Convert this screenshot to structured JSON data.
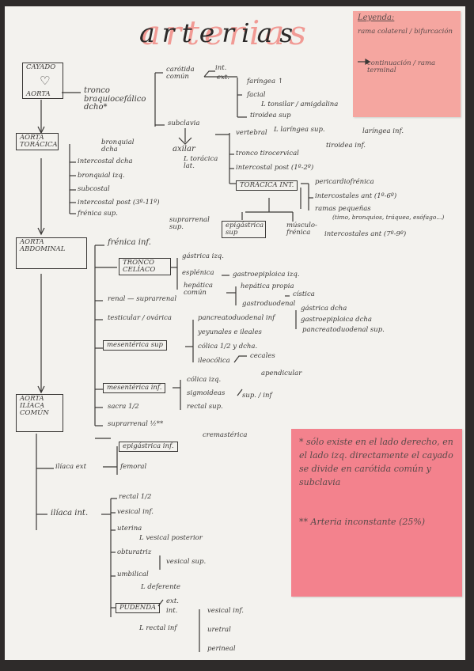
{
  "title": "arterias",
  "legend": {
    "header": "Leyenda:",
    "line1": "rama colateral / bifurcación",
    "line2": "continuación / rama terminal"
  },
  "note1": {
    "mark": "*",
    "text": "sólo existe en el lado derecho, en el lado izq. directamente el cayado se divide en carótida común y subclavia"
  },
  "note2": {
    "mark": "**",
    "text": "Arteria inconstante (25%)"
  },
  "cayado": {
    "label1": "CAYADO",
    "label2": "AORTA"
  },
  "tronco": {
    "label": "tronco braquiocefálico dcho*"
  },
  "carotida": {
    "label": "carótida común",
    "int": "int.",
    "ext": "ext."
  },
  "ext_branches": [
    "faríngea ↑",
    "facial",
    "L tonsilar / amigdalina",
    "tiroidea sup"
  ],
  "subclavia": "subclavia",
  "axilar": {
    "label": "axilar",
    "toracica": "L torácica lat."
  },
  "vertebral": "vertebral",
  "laringea_sup": "L laríngea sup.",
  "laringea_inf": "laríngea inf.",
  "tiroidea_inf": "tiroidea inf.",
  "tronco_tirocervical": "tronco tirocervical",
  "intercostal_post": "intercostal post (1º-2º)",
  "toracica_int": "TORÁCICA INT.",
  "toracica_int_branches": [
    "pericardiofrénica",
    "intercostales ant (1º-6º)",
    "ramas pequeñas"
  ],
  "ramas_detail": "(timo, bronquios, tráquea, esófago...)",
  "epigastrica_sup": "epigástrica sup",
  "musculofrenica": "músculo-frénica",
  "intercostales_ant2": "intercostales ant (7º-9º)",
  "aorta_toracica": {
    "label": "AORTA TORÁCICA"
  },
  "toracica_branches": [
    "bronquial dcha",
    "intercostal dcha",
    "bronquial izq.",
    "subcostal",
    "intercostal post (3º-11º)",
    "frénica sup."
  ],
  "aorta_abdominal": {
    "label": "AORTA ABDOMINAL"
  },
  "frenica_inf": "frénica inf.",
  "suprarrenal_sup": "suprarrenal sup.",
  "tronco_celiaco": "TRONCO CELÍACO",
  "celiaco_branches": [
    "gástrica izq.",
    "esplénica",
    "hepática común"
  ],
  "gastroepiploica_izq": "gastroepiploica izq.",
  "hepatica_propia": "hepática propia",
  "cistica": "cística",
  "gastroduodenal": "gastroduodenal",
  "gastro_branches": [
    "gástrica dcha",
    "gastroepiploica dcha",
    "pancreatoduodenal sup."
  ],
  "renal": "renal — suprarrenal",
  "testicular": "testicular / ovárica",
  "mesenterica_sup": "mesentérica sup",
  "mes_sup_branches": [
    "pancreatoduodenal inf",
    "yeyunales e ileales",
    "cólica 1/2 y dcha.",
    "ileocólica"
  ],
  "cecales": "cecales",
  "apendicular": "apendicular",
  "mesenterica_inf": "mesentérica inf.",
  "mes_inf_branches": [
    "cólica izq.",
    "sigmoideas",
    "rectal sup."
  ],
  "rectal_sup_choice": "sup. / inf",
  "sacra": "sacra 1/2",
  "suprarrenal2": "suprarrenal ½**",
  "iliaca_comun": {
    "label": "AORTA ILÍACA COMÚN"
  },
  "iliaca_ext": "ilíaca ext",
  "epigastrica_inf": "epigástrica inf.",
  "cremasterica": "cremastérica",
  "femoral": "femoral",
  "iliaca_int": "ilíaca int.",
  "iliaca_int_branches": [
    "rectal 1/2",
    "vesical inf.",
    "uterina",
    "obturatriz",
    "umbilical"
  ],
  "vesical_posterior": "L vesical posterior",
  "vesical_sup": "vesical sup.",
  "deferente": "L deferente",
  "pudenda": "PUDENDA",
  "pudenda_ext": "ext.",
  "pudenda_int": "int.",
  "rectal_inf": "L rectal inf",
  "rectal_inf_branches": [
    "vesical inf.",
    "uretral",
    "perineal"
  ]
}
